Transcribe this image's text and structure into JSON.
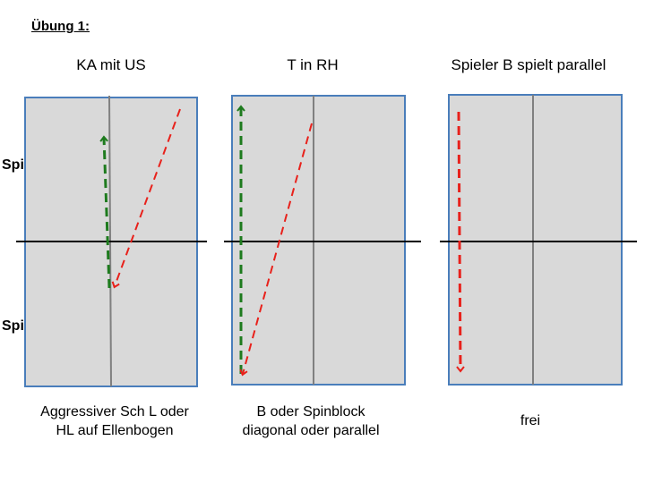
{
  "heading": "Übung 1:",
  "labels": {
    "player_b": "Spieler B",
    "player_a": "Spieler A"
  },
  "diagrams": [
    {
      "title": "KA mit US",
      "caption_lines": [
        "Aggressiver Sch L oder",
        "HL auf Ellenbogen"
      ]
    },
    {
      "title": "T in RH",
      "caption_lines": [
        "B oder Spinblock",
        "diagonal oder parallel"
      ]
    },
    {
      "title": "Spieler B spielt parallel",
      "caption_lines": [
        "frei"
      ]
    }
  ],
  "colors": {
    "table_fill": "#d9d9d9",
    "table_border": "#4a7ebb",
    "center_line": "#808080",
    "net": "#000000",
    "arrow_green": "#1e7b1e",
    "arrow_red": "#e8211b"
  }
}
